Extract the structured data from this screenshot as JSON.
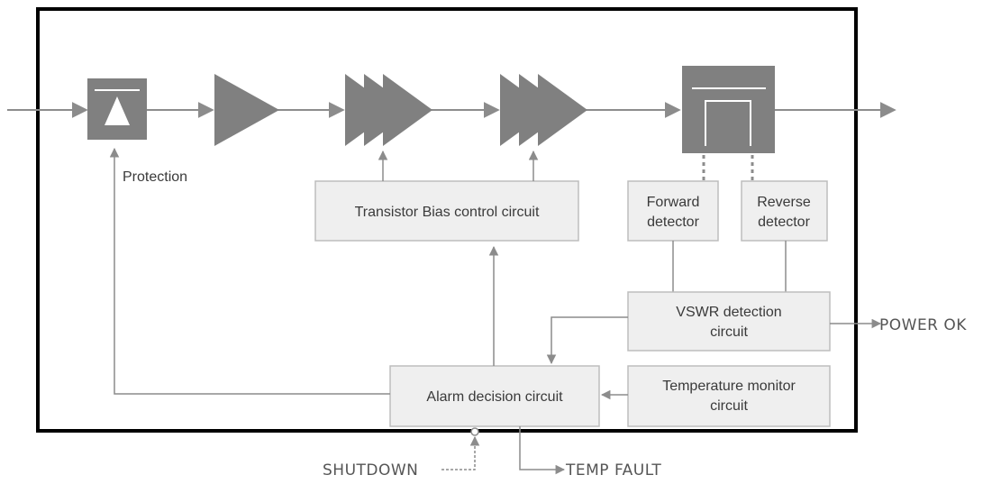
{
  "labels": {
    "protection": "Protection",
    "bias_control": "Transistor Bias control circuit",
    "forward_detector": [
      "Forward",
      "detector"
    ],
    "reverse_detector": [
      "Reverse",
      "detector"
    ],
    "vswr": [
      "VSWR detection",
      "circuit"
    ],
    "alarm": "Alarm decision circuit",
    "temperature": [
      "Temperature monitor",
      "circuit"
    ],
    "power_ok": "POWER OK",
    "shutdown": "SHUTDOWN",
    "temp_fault": "TEMP FAULT"
  },
  "colors": {
    "block_fill": "#808080",
    "box_fill": "#efefef",
    "box_stroke": "#bdbdbd",
    "line": "#8c8c8c",
    "frame": "#000000"
  },
  "icons": [
    "protection-icon",
    "amplifier-icon",
    "double-amplifier-icon",
    "circulator-icon"
  ]
}
